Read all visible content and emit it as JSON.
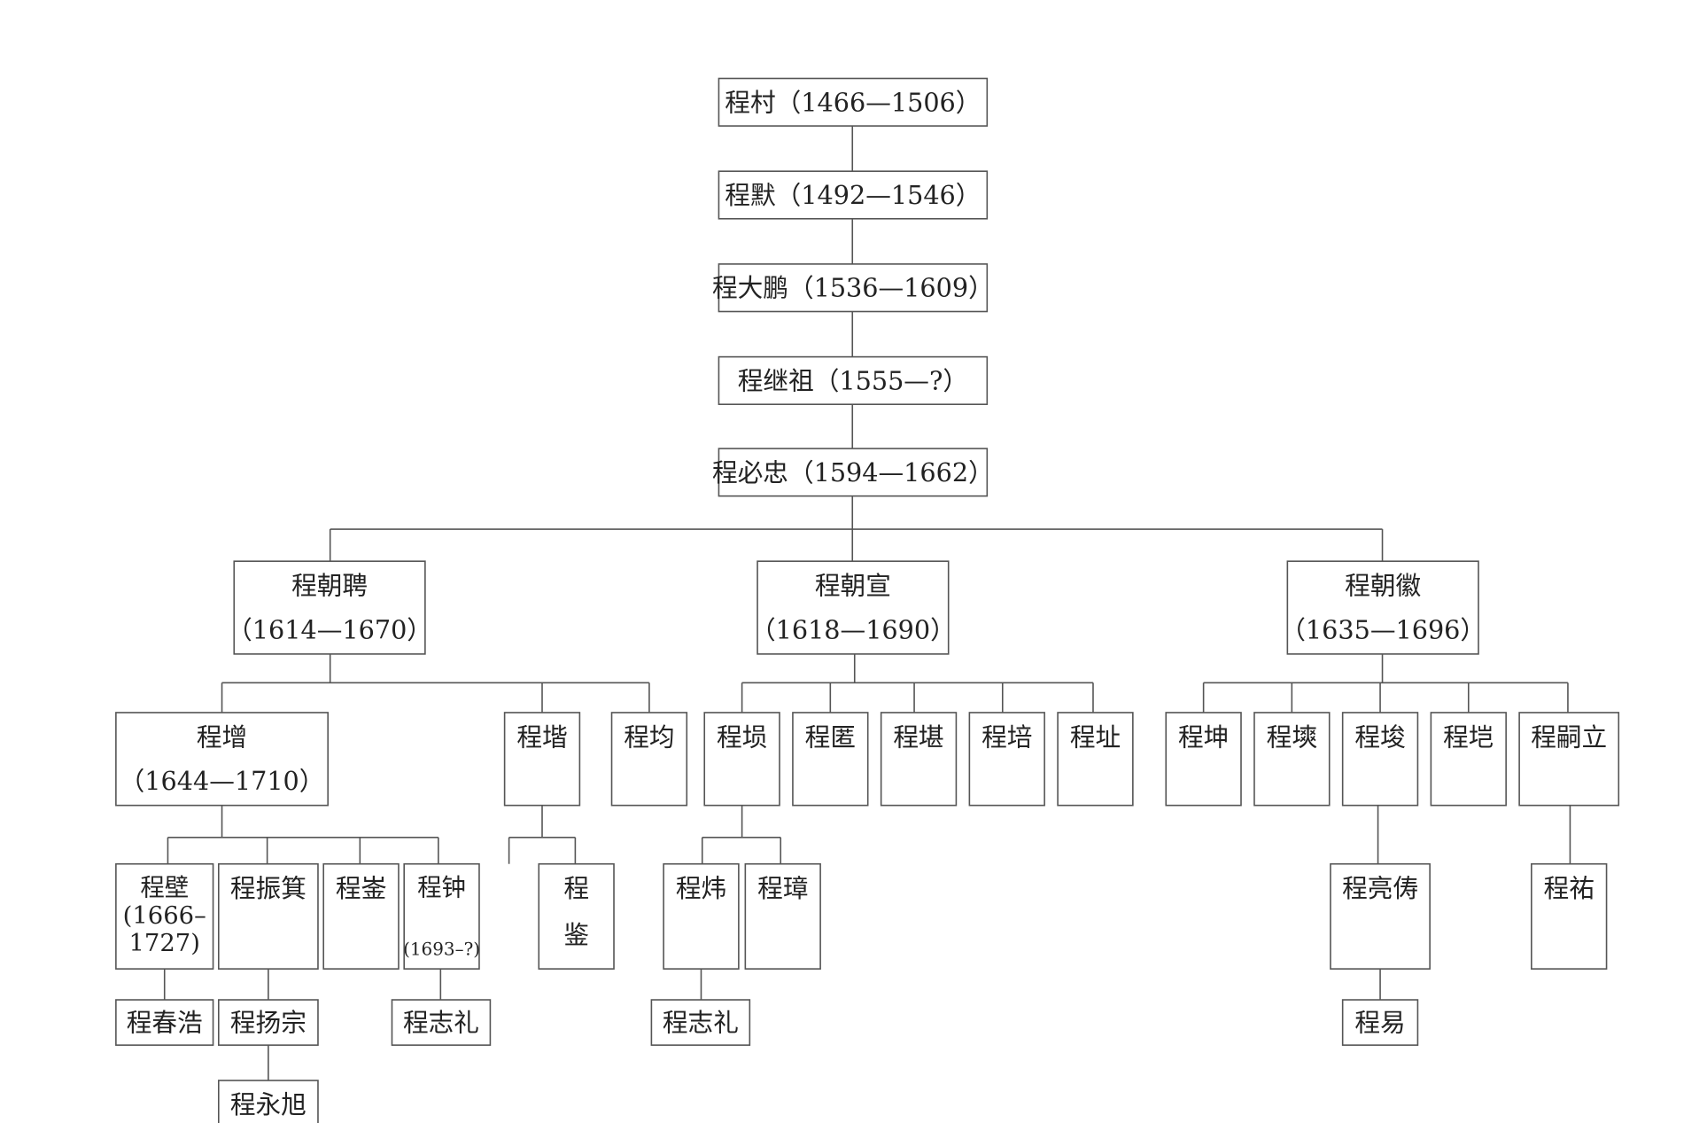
{
  "nodes": [
    {
      "id": "n1",
      "lines": [
        "程村（1466—1506）"
      ]
    },
    {
      "id": "n2",
      "lines": [
        "程默（1492—1546）"
      ]
    },
    {
      "id": "n3",
      "lines": [
        "程大鹏（1536—1609）"
      ]
    },
    {
      "id": "n4",
      "lines": [
        "程继祖（1555—?）"
      ]
    },
    {
      "id": "n5",
      "lines": [
        "程必忠（1594—1662）"
      ]
    },
    {
      "id": "p1",
      "lines": [
        "程朝聘",
        "（1614—1670）"
      ]
    },
    {
      "id": "p2",
      "lines": [
        "程朝宣",
        "（1618—1690）"
      ]
    },
    {
      "id": "p3",
      "lines": [
        "程朝徽",
        "（1635—1696）"
      ]
    },
    {
      "id": "c1",
      "lines": [
        "程增",
        "（1644—1710）"
      ]
    },
    {
      "id": "c2",
      "lines": [
        "程堦"
      ]
    },
    {
      "id": "c3",
      "lines": [
        "程均"
      ]
    },
    {
      "id": "c4",
      "lines": [
        "程埙"
      ]
    },
    {
      "id": "c5",
      "lines": [
        "程匿"
      ]
    },
    {
      "id": "c6",
      "lines": [
        "程堪"
      ]
    },
    {
      "id": "c7",
      "lines": [
        "程培"
      ]
    },
    {
      "id": "c8",
      "lines": [
        "程址"
      ]
    },
    {
      "id": "c9",
      "lines": [
        "程坤"
      ]
    },
    {
      "id": "c10",
      "lines": [
        "程塽"
      ]
    },
    {
      "id": "c11",
      "lines": [
        "程埈"
      ]
    },
    {
      "id": "c12",
      "lines": [
        "程垲"
      ]
    },
    {
      "id": "c13",
      "lines": [
        "程嗣立"
      ]
    },
    {
      "id": "g1",
      "lines": [
        "程壁",
        "(1666–",
        "1727)"
      ]
    },
    {
      "id": "g2",
      "lines": [
        "程振箕"
      ]
    },
    {
      "id": "g3",
      "lines": [
        "程崟"
      ]
    },
    {
      "id": "g4",
      "lines": [
        "程钟",
        "(1693–?)"
      ]
    },
    {
      "id": "g5",
      "lines": [
        "程",
        "鉴"
      ]
    },
    {
      "id": "g6",
      "lines": [
        "程炜"
      ]
    },
    {
      "id": "g7",
      "lines": [
        "程璋"
      ]
    },
    {
      "id": "g8",
      "lines": [
        "程亮俦"
      ]
    },
    {
      "id": "g9",
      "lines": [
        "程祐"
      ]
    },
    {
      "id": "h1",
      "lines": [
        "程春浩"
      ]
    },
    {
      "id": "h2",
      "lines": [
        "程扬宗"
      ]
    },
    {
      "id": "h3",
      "lines": [
        "程志礼"
      ]
    },
    {
      "id": "h4",
      "lines": [
        "程志礼"
      ]
    },
    {
      "id": "h5",
      "lines": [
        "程易"
      ]
    },
    {
      "id": "i1",
      "lines": [
        "程永旭"
      ]
    }
  ]
}
